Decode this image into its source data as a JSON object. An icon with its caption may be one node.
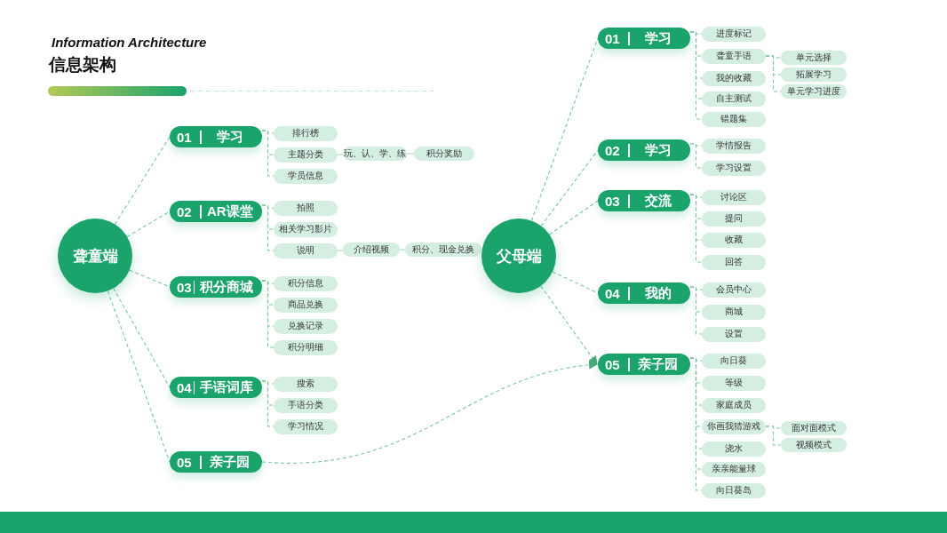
{
  "diagram": {
    "title": "信息架构",
    "labels": [
      "Information Architecture"
    ],
    "nodes": [
      {
        "text": [
          "聋童端"
        ]
      },
      {
        "text": [
          "01",
          "学习"
        ]
      },
      {
        "text": [
          "排行榜"
        ]
      },
      {
        "text": [
          "主题分类"
        ]
      },
      {
        "text": [
          "玩、认、学、练"
        ]
      },
      {
        "text": [
          "积分奖励"
        ]
      },
      {
        "text": [
          "学员信息"
        ]
      },
      {
        "text": [
          "02",
          "AR课堂"
        ]
      },
      {
        "text": [
          "拍照"
        ]
      },
      {
        "text": [
          "相关学习影片"
        ]
      },
      {
        "text": [
          "说明"
        ]
      },
      {
        "text": [
          "介绍视频"
        ]
      },
      {
        "text": [
          "积分、现金兑换"
        ]
      },
      {
        "text": [
          "03",
          "积分商城"
        ]
      },
      {
        "text": [
          "积分信息"
        ]
      },
      {
        "text": [
          "商品兑换"
        ]
      },
      {
        "text": [
          "兑换记录"
        ]
      },
      {
        "text": [
          "积分明细"
        ]
      },
      {
        "text": [
          "04",
          "手语词库"
        ]
      },
      {
        "text": [
          "搜索"
        ]
      },
      {
        "text": [
          "手语分类"
        ]
      },
      {
        "text": [
          "学习情况"
        ]
      },
      {
        "text": [
          "05",
          "亲子园"
        ]
      },
      {
        "text": [
          "父母端"
        ]
      },
      {
        "text": [
          "01",
          "学习"
        ]
      },
      {
        "text": [
          "进度标记"
        ]
      },
      {
        "text": [
          "聋童手语"
        ]
      },
      {
        "text": [
          "单元选择"
        ]
      },
      {
        "text": [
          "拓展学习"
        ]
      },
      {
        "text": [
          "单元学习进度"
        ]
      },
      {
        "text": [
          "我的收藏"
        ]
      },
      {
        "text": [
          "自主测试"
        ]
      },
      {
        "text": [
          "错题集"
        ]
      },
      {
        "text": [
          "02",
          "学习"
        ]
      },
      {
        "text": [
          "学情报告"
        ]
      },
      {
        "text": [
          "学习设置"
        ]
      },
      {
        "text": [
          "03",
          "交流"
        ]
      },
      {
        "text": [
          "讨论区"
        ]
      },
      {
        "text": [
          "提问"
        ]
      },
      {
        "text": [
          "收藏"
        ]
      },
      {
        "text": [
          "回答"
        ]
      },
      {
        "text": [
          "04",
          "我的"
        ]
      },
      {
        "text": [
          "会员中心"
        ]
      },
      {
        "text": [
          "商城"
        ]
      },
      {
        "text": [
          "设置"
        ]
      },
      {
        "text": [
          "05",
          "亲子园"
        ]
      },
      {
        "text": [
          "向日葵"
        ]
      },
      {
        "text": [
          "等级"
        ]
      },
      {
        "text": [
          "家庭成员"
        ]
      },
      {
        "text": [
          "你画我猜游戏"
        ]
      },
      {
        "text": [
          "面对面模式"
        ]
      },
      {
        "text": [
          "视频模式"
        ]
      },
      {
        "text": [
          "浇水"
        ]
      },
      {
        "text": [
          "亲亲能量球"
        ]
      },
      {
        "text": [
          "向日葵岛"
        ]
      }
    ],
    "edges": [
      {
        "from": 0,
        "to": 1,
        "arrow": "none",
        "style": "dashed"
      },
      {
        "from": 0,
        "to": 7,
        "arrow": "none",
        "style": "dashed"
      },
      {
        "from": 0,
        "to": 13,
        "arrow": "none",
        "style": "dashed"
      },
      {
        "from": 0,
        "to": 18,
        "arrow": "none",
        "style": "dashed"
      },
      {
        "from": 0,
        "to": 22,
        "arrow": "none",
        "style": "dashed"
      },
      {
        "from": 1,
        "to": 2,
        "arrow": "none",
        "style": "dashed"
      },
      {
        "from": 1,
        "to": 3,
        "arrow": "none",
        "style": "dashed"
      },
      {
        "from": 1,
        "to": 6,
        "arrow": "none",
        "style": "dashed"
      },
      {
        "from": 3,
        "to": 4,
        "arrow": "none"
      },
      {
        "from": 4,
        "to": 5,
        "arrow": "none"
      },
      {
        "from": 7,
        "to": 8,
        "arrow": "none",
        "style": "dashed"
      },
      {
        "from": 7,
        "to": 9,
        "arrow": "none",
        "style": "dashed"
      },
      {
        "from": 7,
        "to": 10,
        "arrow": "none",
        "style": "dashed"
      },
      {
        "from": 10,
        "to": 11,
        "arrow": "none"
      },
      {
        "from": 11,
        "to": 12,
        "arrow": "none"
      },
      {
        "from": 13,
        "to": 14,
        "arrow": "none",
        "style": "dashed"
      },
      {
        "from": 13,
        "to": 15,
        "arrow": "none",
        "style": "dashed"
      },
      {
        "from": 13,
        "to": 16,
        "arrow": "none",
        "style": "dashed"
      },
      {
        "from": 13,
        "to": 17,
        "arrow": "none",
        "style": "dashed"
      },
      {
        "from": 18,
        "to": 19,
        "arrow": "none",
        "style": "dashed"
      },
      {
        "from": 18,
        "to": 20,
        "arrow": "none",
        "style": "dashed"
      },
      {
        "from": 18,
        "to": 21,
        "arrow": "none",
        "style": "dashed"
      },
      {
        "from": 22,
        "to": 45,
        "arrow": "to",
        "style": "dashed"
      },
      {
        "from": 23,
        "to": 24,
        "arrow": "none",
        "style": "dashed"
      },
      {
        "from": 23,
        "to": 33,
        "arrow": "none",
        "style": "dashed"
      },
      {
        "from": 23,
        "to": 36,
        "arrow": "none",
        "style": "dashed"
      },
      {
        "from": 23,
        "to": 41,
        "arrow": "none",
        "style": "dashed"
      },
      {
        "from": 23,
        "to": 45,
        "arrow": "to",
        "style": "dashed"
      },
      {
        "from": 24,
        "to": 25,
        "arrow": "none",
        "style": "dashed"
      },
      {
        "from": 24,
        "to": 26,
        "arrow": "none",
        "style": "dashed"
      },
      {
        "from": 24,
        "to": 30,
        "arrow": "none",
        "style": "dashed"
      },
      {
        "from": 24,
        "to": 31,
        "arrow": "none",
        "style": "dashed"
      },
      {
        "from": 24,
        "to": 32,
        "arrow": "none",
        "style": "dashed"
      },
      {
        "from": 26,
        "to": 27,
        "arrow": "none",
        "style": "dashed"
      },
      {
        "from": 26,
        "to": 28,
        "arrow": "none",
        "style": "dashed"
      },
      {
        "from": 26,
        "to": 29,
        "arrow": "none",
        "style": "dashed"
      },
      {
        "from": 33,
        "to": 34,
        "arrow": "none",
        "style": "dashed"
      },
      {
        "from": 33,
        "to": 35,
        "arrow": "none",
        "style": "dashed"
      },
      {
        "from": 36,
        "to": 37,
        "arrow": "none",
        "style": "dashed"
      },
      {
        "from": 36,
        "to": 38,
        "arrow": "none",
        "style": "dashed"
      },
      {
        "from": 36,
        "to": 39,
        "arrow": "none",
        "style": "dashed"
      },
      {
        "from": 36,
        "to": 40,
        "arrow": "none",
        "style": "dashed"
      },
      {
        "from": 41,
        "to": 42,
        "arrow": "none",
        "style": "dashed"
      },
      {
        "from": 41,
        "to": 43,
        "arrow": "none",
        "style": "dashed"
      },
      {
        "from": 41,
        "to": 44,
        "arrow": "none",
        "style": "dashed"
      },
      {
        "from": 45,
        "to": 46,
        "arrow": "none",
        "style": "dashed"
      },
      {
        "from": 45,
        "to": 47,
        "arrow": "none",
        "style": "dashed"
      },
      {
        "from": 45,
        "to": 48,
        "arrow": "none",
        "style": "dashed"
      },
      {
        "from": 45,
        "to": 49,
        "arrow": "none",
        "style": "dashed"
      },
      {
        "from": 45,
        "to": 52,
        "arrow": "none",
        "style": "dashed"
      },
      {
        "from": 45,
        "to": 53,
        "arrow": "none",
        "style": "dashed"
      },
      {
        "from": 45,
        "to": 54,
        "arrow": "none",
        "style": "dashed"
      },
      {
        "from": 49,
        "to": 50,
        "arrow": "none",
        "style": "dashed"
      },
      {
        "from": 49,
        "to": 51,
        "arrow": "none",
        "style": "dashed"
      }
    ]
  }
}
